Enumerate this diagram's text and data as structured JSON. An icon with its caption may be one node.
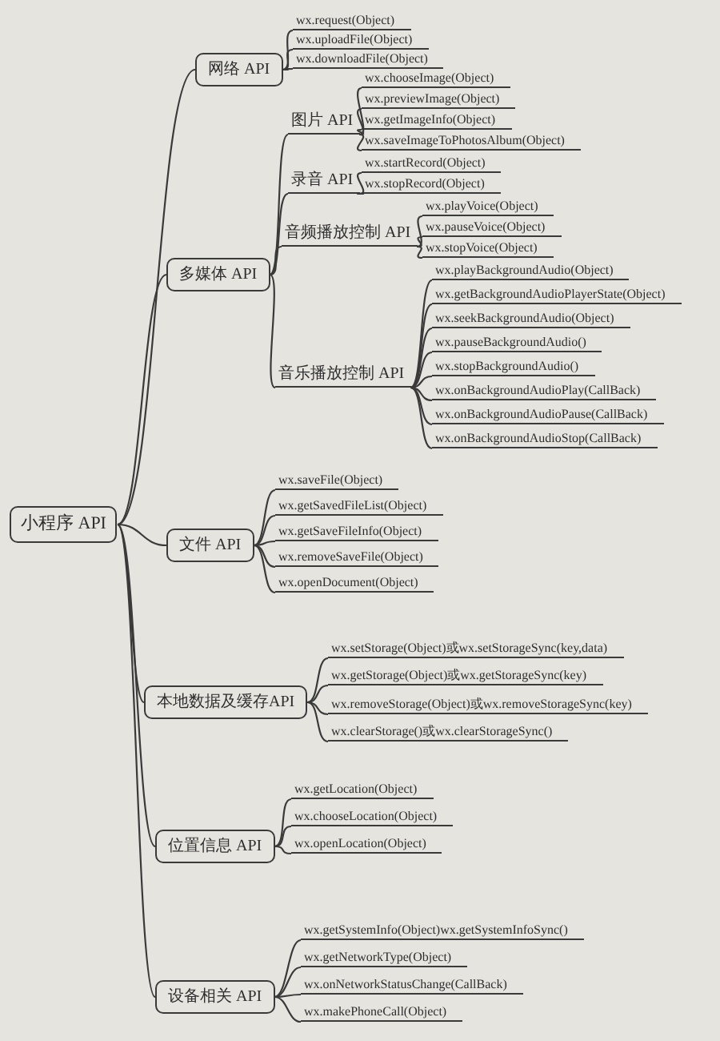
{
  "diagram": {
    "nodes": [
      {
        "text": [
          "小程序 API"
        ]
      },
      {
        "text": [
          "网络 API"
        ]
      },
      {
        "text": [
          "wx.request(Object)"
        ]
      },
      {
        "text": [
          "wx.uploadFile(Object)"
        ]
      },
      {
        "text": [
          "wx.downloadFile(Object)"
        ]
      },
      {
        "text": [
          "多媒体 API"
        ]
      },
      {
        "text": [
          "图片 API"
        ]
      },
      {
        "text": [
          "wx.chooseImage(Object)"
        ]
      },
      {
        "text": [
          "wx.previewImage(Object)"
        ]
      },
      {
        "text": [
          "wx.getImageInfo(Object)"
        ]
      },
      {
        "text": [
          "wx.saveImageToPhotosAlbum(Object)"
        ]
      },
      {
        "text": [
          "录音 API"
        ]
      },
      {
        "text": [
          "wx.startRecord(Object)"
        ]
      },
      {
        "text": [
          "wx.stopRecord(Object)"
        ]
      },
      {
        "text": [
          "音频播放控制 API"
        ]
      },
      {
        "text": [
          "wx.playVoice(Object)"
        ]
      },
      {
        "text": [
          "wx.pauseVoice(Object)"
        ]
      },
      {
        "text": [
          "wx.stopVoice(Object)"
        ]
      },
      {
        "text": [
          "音乐播放控制 API"
        ]
      },
      {
        "text": [
          "wx.playBackgroundAudio(Object)"
        ]
      },
      {
        "text": [
          "wx.getBackgroundAudioPlayerState(Object)"
        ]
      },
      {
        "text": [
          "wx.seekBackgroundAudio(Object)"
        ]
      },
      {
        "text": [
          "wx.pauseBackgroundAudio()"
        ]
      },
      {
        "text": [
          "wx.stopBackgroundAudio()"
        ]
      },
      {
        "text": [
          "wx.onBackgroundAudioPlay(CallBack)"
        ]
      },
      {
        "text": [
          "wx.onBackgroundAudioPause(CallBack)"
        ]
      },
      {
        "text": [
          "wx.onBackgroundAudioStop(CallBack)"
        ]
      },
      {
        "text": [
          "文件 API"
        ]
      },
      {
        "text": [
          "wx.saveFile(Object)"
        ]
      },
      {
        "text": [
          "wx.getSavedFileList(Object)"
        ]
      },
      {
        "text": [
          "wx.getSaveFileInfo(Object)"
        ]
      },
      {
        "text": [
          "wx.removeSaveFile(Object)"
        ]
      },
      {
        "text": [
          "wx.openDocument(Object)"
        ]
      },
      {
        "text": [
          "本地数据及缓存API"
        ]
      },
      {
        "text": [
          "wx.setStorage(Object)或wx.setStorageSync(key,data)"
        ]
      },
      {
        "text": [
          "wx.getStorage(Object)或wx.getStorageSync(key)"
        ]
      },
      {
        "text": [
          "wx.removeStorage(Object)或wx.removeStorageSync(key)"
        ]
      },
      {
        "text": [
          "wx.clearStorage()或wx.clearStorageSync()"
        ]
      },
      {
        "text": [
          "位置信息 API"
        ]
      },
      {
        "text": [
          "wx.getLocation(Object)"
        ]
      },
      {
        "text": [
          "wx.chooseLocation(Object)"
        ]
      },
      {
        "text": [
          "wx.openLocation(Object)"
        ]
      },
      {
        "text": [
          "设备相关 API"
        ]
      },
      {
        "text": [
          "wx.getSystemInfo(Object)wx.getSystemInfoSync()"
        ]
      },
      {
        "text": [
          "wx.getNetworkType(Object)"
        ]
      },
      {
        "text": [
          "wx.onNetworkStatusChange(CallBack)"
        ]
      },
      {
        "text": [
          "wx.makePhoneCall(Object)"
        ]
      }
    ],
    "edges": [
      {
        "from": 0,
        "to": 1,
        "arrow": "none"
      },
      {
        "from": 0,
        "to": 5,
        "arrow": "none"
      },
      {
        "from": 0,
        "to": 27,
        "arrow": "none"
      },
      {
        "from": 0,
        "to": 33,
        "arrow": "none"
      },
      {
        "from": 0,
        "to": 38,
        "arrow": "none"
      },
      {
        "from": 0,
        "to": 42,
        "arrow": "none"
      },
      {
        "from": 1,
        "to": 2,
        "arrow": "none"
      },
      {
        "from": 1,
        "to": 3,
        "arrow": "none"
      },
      {
        "from": 1,
        "to": 4,
        "arrow": "none"
      },
      {
        "from": 5,
        "to": 6,
        "arrow": "none"
      },
      {
        "from": 5,
        "to": 11,
        "arrow": "none"
      },
      {
        "from": 5,
        "to": 14,
        "arrow": "none"
      },
      {
        "from": 5,
        "to": 18,
        "arrow": "none"
      },
      {
        "from": 6,
        "to": 7,
        "arrow": "none"
      },
      {
        "from": 6,
        "to": 8,
        "arrow": "none"
      },
      {
        "from": 6,
        "to": 9,
        "arrow": "none"
      },
      {
        "from": 6,
        "to": 10,
        "arrow": "none"
      },
      {
        "from": 11,
        "to": 12,
        "arrow": "none"
      },
      {
        "from": 11,
        "to": 13,
        "arrow": "none"
      },
      {
        "from": 14,
        "to": 15,
        "arrow": "none"
      },
      {
        "from": 14,
        "to": 16,
        "arrow": "none"
      },
      {
        "from": 14,
        "to": 17,
        "arrow": "none"
      },
      {
        "from": 18,
        "to": 19,
        "arrow": "none"
      },
      {
        "from": 18,
        "to": 20,
        "arrow": "none"
      },
      {
        "from": 18,
        "to": 21,
        "arrow": "none"
      },
      {
        "from": 18,
        "to": 22,
        "arrow": "none"
      },
      {
        "from": 18,
        "to": 23,
        "arrow": "none"
      },
      {
        "from": 18,
        "to": 24,
        "arrow": "none"
      },
      {
        "from": 18,
        "to": 25,
        "arrow": "none"
      },
      {
        "from": 18,
        "to": 26,
        "arrow": "none"
      },
      {
        "from": 27,
        "to": 28,
        "arrow": "none"
      },
      {
        "from": 27,
        "to": 29,
        "arrow": "none"
      },
      {
        "from": 27,
        "to": 30,
        "arrow": "none"
      },
      {
        "from": 27,
        "to": 31,
        "arrow": "none"
      },
      {
        "from": 27,
        "to": 32,
        "arrow": "none"
      },
      {
        "from": 33,
        "to": 34,
        "arrow": "none"
      },
      {
        "from": 33,
        "to": 35,
        "arrow": "none"
      },
      {
        "from": 33,
        "to": 36,
        "arrow": "none"
      },
      {
        "from": 33,
        "to": 37,
        "arrow": "none"
      },
      {
        "from": 38,
        "to": 39,
        "arrow": "none"
      },
      {
        "from": 38,
        "to": 40,
        "arrow": "none"
      },
      {
        "from": 38,
        "to": 41,
        "arrow": "none"
      },
      {
        "from": 42,
        "to": 43,
        "arrow": "none"
      },
      {
        "from": 42,
        "to": 44,
        "arrow": "none"
      },
      {
        "from": 42,
        "to": 45,
        "arrow": "none"
      },
      {
        "from": 42,
        "to": 46,
        "arrow": "none"
      }
    ]
  }
}
